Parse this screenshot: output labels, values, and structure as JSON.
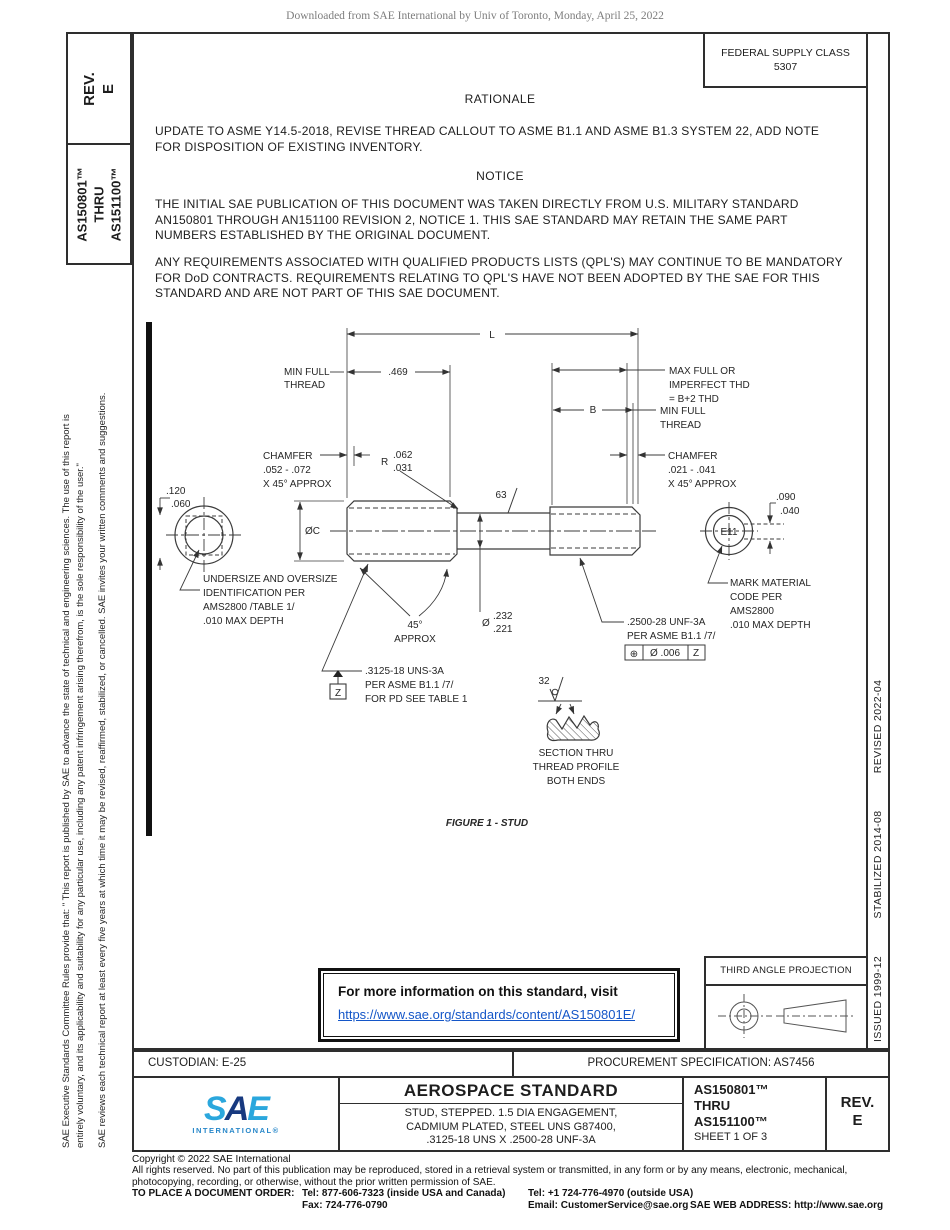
{
  "watermark": "Downloaded from SAE International by Univ of Toronto, Monday, April 25, 2022",
  "header": {
    "federal_supply_class": [
      "FEDERAL SUPPLY CLASS",
      "5307"
    ]
  },
  "sidebar_left": {
    "rev_label": [
      "REV.",
      "E"
    ],
    "doc_range": [
      "AS150801™",
      "THRU",
      "AS151100™"
    ],
    "disclaimer_line1": "SAE Executive Standards Committee Rules provide that: \" This report is published by SAE to advance the state of technical and engineering sciences. The use of this report is",
    "disclaimer_line2": "entirely voluntary, and its applicability and suitability for any particular use, including any patent infringement arising therefrom, is the sole responsibility of the user.\"",
    "review_note": "SAE reviews each technical report at least every five years at which time it may be revised, reaffirmed, stabilized, or cancelled. SAE invites your written comments and suggestions."
  },
  "sidebar_right": {
    "status": [
      "ISSUED 1999-12",
      "STABILIZED 2014-08",
      "REVISED 2022-04"
    ]
  },
  "rationale": {
    "heading": "RATIONALE",
    "body": "UPDATE TO ASME Y14.5-2018, REVISE THREAD CALLOUT TO ASME B1.1 AND ASME B1.3 SYSTEM 22, ADD NOTE FOR DISPOSITION OF EXISTING INVENTORY."
  },
  "notice": {
    "heading": "NOTICE",
    "para1": "THE INITIAL SAE PUBLICATION OF THIS DOCUMENT WAS TAKEN DIRECTLY FROM U.S. MILITARY STANDARD AN150801 THROUGH AN151100 REVISION 2, NOTICE 1. THIS SAE STANDARD MAY RETAIN THE SAME PART NUMBERS ESTABLISHED BY THE ORIGINAL DOCUMENT.",
    "para2": "ANY REQUIREMENTS ASSOCIATED WITH QUALIFIED PRODUCTS LISTS (QPL'S) MAY CONTINUE TO BE MANDATORY FOR DoD CONTRACTS. REQUIREMENTS RELATING TO QPL'S HAVE NOT BEEN ADOPTED BY THE SAE FOR THIS STANDARD AND ARE NOT PART OF THIS SAE DOCUMENT."
  },
  "drawing": {
    "labels": {
      "dim_L": "L",
      "dim_469": ".469",
      "min_full_left": [
        "MIN FULL",
        "THREAD"
      ],
      "max_full": [
        "MAX FULL OR",
        "IMPERFECT THD",
        "= B+2 THD"
      ],
      "dim_B": "B",
      "min_full_right": [
        "MIN FULL",
        "THREAD"
      ],
      "chamfer_left": [
        "CHAMFER",
        ".052 - .072",
        "X 45° APPROX"
      ],
      "chamfer_right": [
        "CHAMFER",
        ".021 - .041",
        "X 45° APPROX"
      ],
      "radius_r": "R",
      "radius_vals": [
        ".062",
        ".031"
      ],
      "finish_shank": "63",
      "dim_120": ".120",
      "dim_060": ".060",
      "dia_c": "ØC",
      "undersize": [
        "UNDERSIZE AND OVERSIZE",
        "IDENTIFICATION PER",
        "AMS2800 /TABLE 1/",
        ".010 MAX DEPTH"
      ],
      "angle_45": [
        "45°",
        "APPROX"
      ],
      "dia_sym": "Ø",
      "dia_vals": [
        ".232",
        ".221"
      ],
      "thread_right": [
        ".2500-28 UNF-3A",
        "PER ASME B1.1  /7/"
      ],
      "fcf": {
        "sym": "⊕",
        "tol": "Ø .006",
        "datum": "Z"
      },
      "dim_090": ".090",
      "dim_040": ".040",
      "mark_code": [
        "MARK MATERIAL",
        "CODE PER",
        "AMS2800",
        ".010 MAX DEPTH"
      ],
      "e11": "E11",
      "thread_left": [
        ".3125-18 UNS-3A",
        "PER ASME B1.1  /7/",
        "FOR PD SEE TABLE 1"
      ],
      "datum_z": "Z",
      "finish_thread": "32",
      "section_note": [
        "SECTION THRU",
        "THREAD PROFILE",
        "BOTH ENDS"
      ]
    },
    "caption": "FIGURE 1 - STUD"
  },
  "info_box": {
    "line1": "For more information on this standard, visit",
    "link": "https://www.sae.org/standards/content/AS150801E/"
  },
  "projection": {
    "title": "THIRD ANGLE PROJECTION"
  },
  "custodian_row": {
    "custodian": "CUSTODIAN: E-25",
    "procurement": "PROCUREMENT SPECIFICATION: AS7456"
  },
  "title_block": {
    "logo_letters": [
      "S",
      "A",
      "E"
    ],
    "logo_sub": "INTERNATIONAL®",
    "title": "AEROSPACE STANDARD",
    "subtitle": [
      "STUD, STEPPED. 1.5 DIA ENGAGEMENT,",
      "CADMIUM PLATED, STEEL UNS G87400,",
      ".3125-18 UNS X .2500-28 UNF-3A"
    ],
    "number": [
      "AS150801™",
      "THRU",
      "AS151100™"
    ],
    "sheet": "SHEET 1 OF 3",
    "rev": [
      "REV.",
      "E"
    ]
  },
  "footer": {
    "copyright": "Copyright © 2022 SAE International",
    "rights": "All rights reserved. No part of this publication may be reproduced, stored in a retrieval system or transmitted, in any form or by any means, electronic, mechanical, photocopying, recording, or otherwise, without the prior written permission of SAE.",
    "order_label": "TO PLACE A DOCUMENT ORDER:",
    "tel_inside": "Tel: 877-606-7323 (inside USA and Canada)",
    "tel_outside": "Tel: +1 724-776-4970 (outside USA)",
    "fax": "Fax: 724-776-0790",
    "email": "Email: CustomerService@sae.org",
    "web": "SAE WEB ADDRESS: http://www.sae.org"
  },
  "colors": {
    "link": "#1456c8",
    "logo_light": "#2ba7dd",
    "logo_dark": "#17397f",
    "logo_sub": "#2787c9"
  }
}
